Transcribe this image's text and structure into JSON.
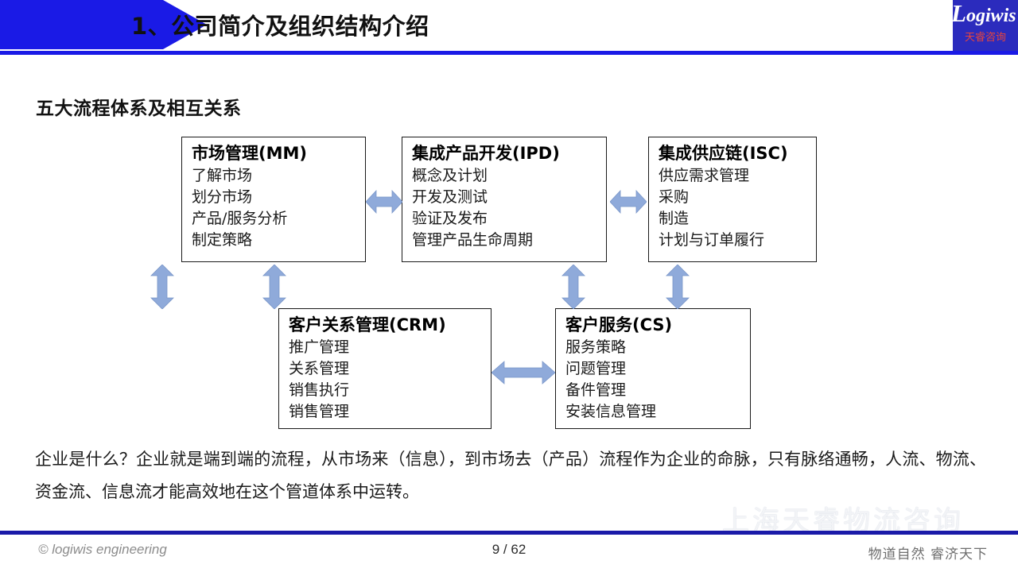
{
  "header": {
    "title": "1、公司简介及组织结构介绍",
    "banner_color": "#1a1ae6",
    "logo_word_first": "L",
    "logo_word_rest": "ogiwis",
    "logo_sub": "天睿咨询",
    "logo_bg_color": "#2b2bbd",
    "logo_sub_color": "#e8453c"
  },
  "subtitle": "五大流程体系及相互关系",
  "diagram": {
    "arrow_color": "#8faada",
    "box_border_color": "#1a1a1a",
    "boxes": [
      {
        "id": "mm",
        "title": "市场管理(MM)",
        "items": [
          "了解市场",
          "划分市场",
          "产品/服务分析",
          "制定策略"
        ]
      },
      {
        "id": "ipd",
        "title": "集成产品开发(IPD)",
        "items": [
          "概念及计划",
          "开发及测试",
          "验证及发布",
          "管理产品生命周期"
        ]
      },
      {
        "id": "isc",
        "title": "集成供应链(ISC)",
        "items": [
          "供应需求管理",
          "采购",
          "制造",
          "计划与订单履行"
        ]
      },
      {
        "id": "crm",
        "title": "客户关系管理(CRM)",
        "items": [
          "推广管理",
          "关系管理",
          "销售执行",
          "销售管理"
        ]
      },
      {
        "id": "cs",
        "title": "客户服务(CS)",
        "items": [
          "服务策略",
          "问题管理",
          "备件管理",
          "安装信息管理"
        ]
      }
    ],
    "connections": [
      {
        "from": "mm",
        "to": "ipd",
        "orientation": "horizontal"
      },
      {
        "from": "ipd",
        "to": "isc",
        "orientation": "horizontal"
      },
      {
        "from": "mm",
        "to": "crm",
        "orientation": "vertical"
      },
      {
        "from": "ipd",
        "to": "crm",
        "orientation": "vertical"
      },
      {
        "from": "ipd",
        "to": "cs",
        "orientation": "vertical"
      },
      {
        "from": "isc",
        "to": "cs",
        "orientation": "vertical"
      },
      {
        "from": "crm",
        "to": "cs",
        "orientation": "horizontal"
      }
    ]
  },
  "paragraph": "企业是什么？企业就是端到端的流程，从市场来（信息），到市场去（产品）流程作为企业的命脉，只有脉络通畅，人流、物流、资金流、信息流才能高效地在这个管道体系中运转。",
  "watermark": {
    "text": "上海天睿物流咨询",
    "icon": "wechat-icon"
  },
  "footer": {
    "copyright": "© logiwis engineering",
    "page_current": "9",
    "page_separator": "/",
    "page_total": "62",
    "slogan": "物道自然  睿济天下",
    "rule_color": "#1a1aa8"
  }
}
